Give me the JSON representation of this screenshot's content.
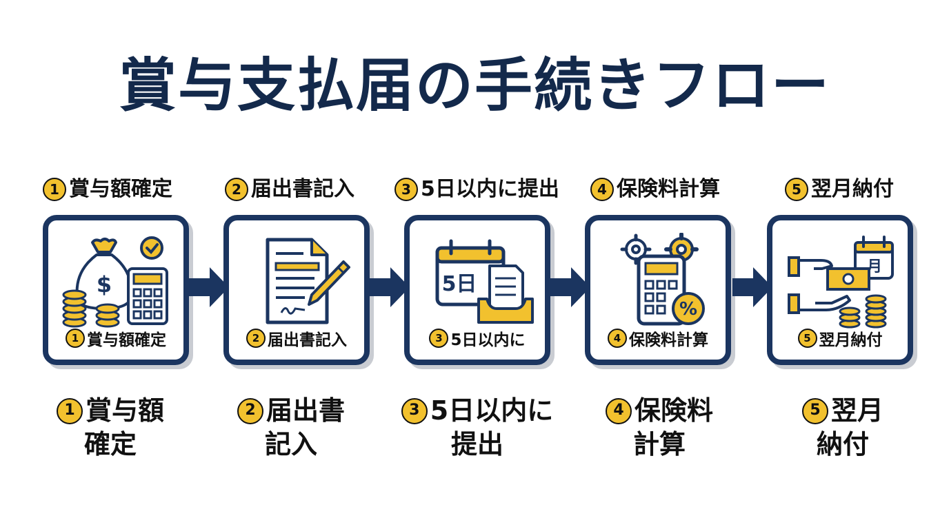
{
  "title": "賞与支払届の手続きフロー",
  "steps": [
    {
      "num": "1",
      "label": "賞与額確定",
      "card": "賞与額確定",
      "bottom1": "賞与額",
      "bottom2": "確定",
      "icon": "money-bag-calculator-icon"
    },
    {
      "num": "2",
      "label": "届出書記入",
      "card": "届出書記入",
      "bottom1": "届出書",
      "bottom2": "記入",
      "icon": "document-pen-icon"
    },
    {
      "num": "3",
      "label": "5日以内に提出",
      "card": "5日以内に",
      "bottom1": "5日以内に",
      "bottom2": "提出",
      "icon": "calendar-tray-icon",
      "calendar_text": "5日"
    },
    {
      "num": "4",
      "label": "保険料計算",
      "card": "保険料計算",
      "bottom1": "保険料",
      "bottom2": "計算",
      "icon": "calculator-gears-icon"
    },
    {
      "num": "5",
      "label": "翌月納付",
      "card": "翌月納付",
      "bottom1": "翌月",
      "bottom2": "納付",
      "icon": "payment-hands-icon",
      "calendar_text": "月"
    }
  ],
  "colors": {
    "navy": "#1b3560",
    "yellow": "#f2c12e",
    "shadow": "#c9ccd2"
  }
}
